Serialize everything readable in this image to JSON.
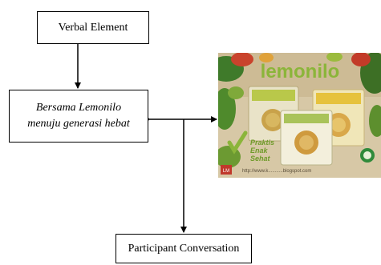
{
  "nodes": {
    "verbal": {
      "label": "Verbal Element"
    },
    "slogan": {
      "line1": "Bersama Lemonilo",
      "line2": "menuju generasi hebat"
    },
    "participant": {
      "label": "Participant Conversation"
    }
  },
  "ad_image": {
    "brand": "lemonilo",
    "badge_line1": "Praktis",
    "badge_line2": "Enak",
    "badge_line3": "Sehat",
    "watermark": "http://www.k...........blogspot.com",
    "corner_logo": "LM",
    "colors": {
      "brand_green": "#8bb53a",
      "background": "#d8c9a8",
      "pack_green": "#b9c84a",
      "pack_yellow": "#e6c23d"
    }
  }
}
